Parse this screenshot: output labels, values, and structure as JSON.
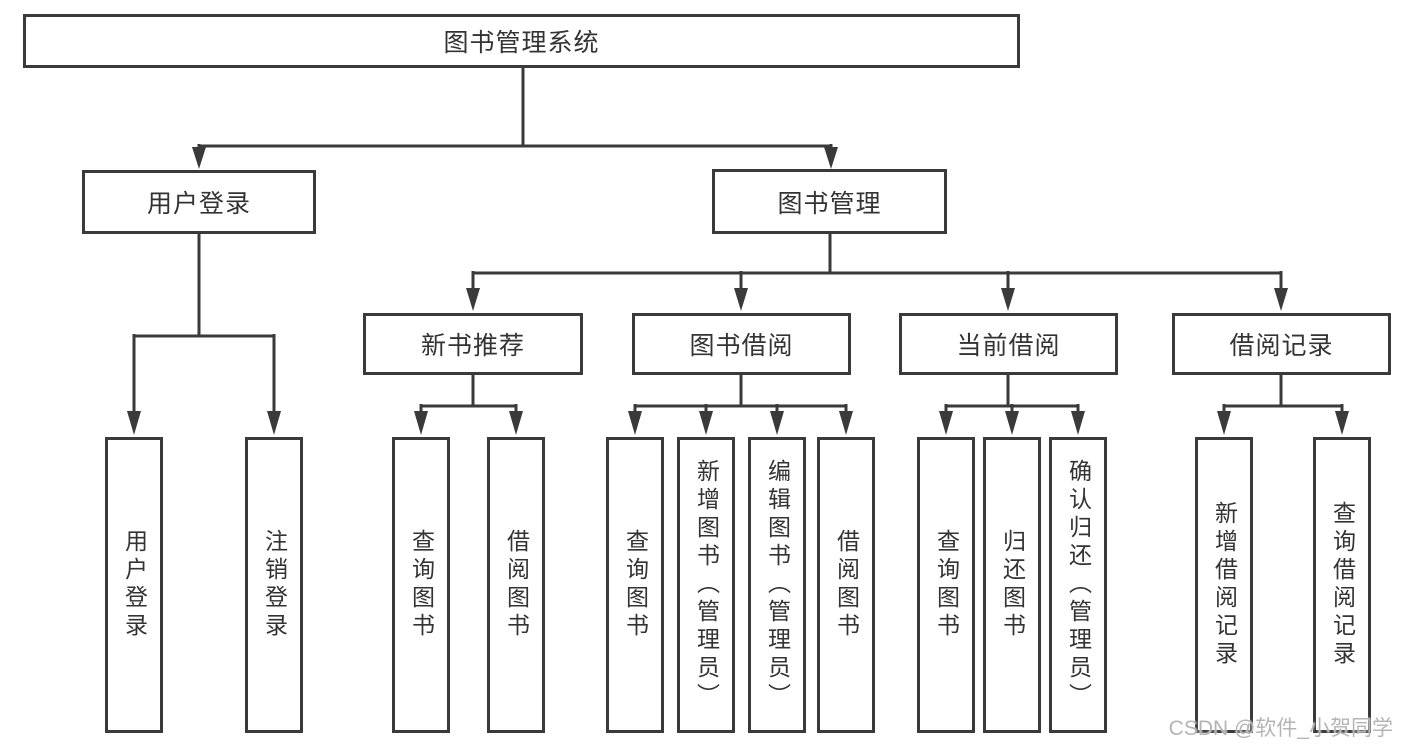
{
  "diagram": {
    "colors": {
      "line": "#3a3a3a",
      "box_border": "#3a3a3a",
      "text": "#333333",
      "background": "#ffffff",
      "watermark_text_color": "#b4b4b4"
    },
    "nodes": {
      "root": {
        "label": "图书管理系统"
      },
      "login": {
        "label": "用户登录"
      },
      "mgmt": {
        "label": "图书管理"
      },
      "rec": {
        "label": "新书推荐"
      },
      "borrow": {
        "label": "图书借阅"
      },
      "current": {
        "label": "当前借阅"
      },
      "records": {
        "label": "借阅记录"
      },
      "login_user": {
        "label": "用户登录"
      },
      "login_logout": {
        "label": "注销登录"
      },
      "rec_query": {
        "label": "查询图书"
      },
      "rec_borrow": {
        "label": "借阅图书"
      },
      "borrow_query": {
        "label": "查询图书"
      },
      "borrow_add": {
        "label": "新增图书（管理员）"
      },
      "borrow_edit": {
        "label": "编辑图书（管理员）"
      },
      "borrow_lend": {
        "label": "借阅图书"
      },
      "cur_query": {
        "label": "查询图书"
      },
      "cur_return": {
        "label": "归还图书"
      },
      "cur_confirm": {
        "label": "确认归还（管理员）"
      },
      "recs_add": {
        "label": "新增借阅记录"
      },
      "recs_query": {
        "label": "查询借阅记录"
      }
    },
    "watermark": "CSDN @软件_小贺同学"
  }
}
